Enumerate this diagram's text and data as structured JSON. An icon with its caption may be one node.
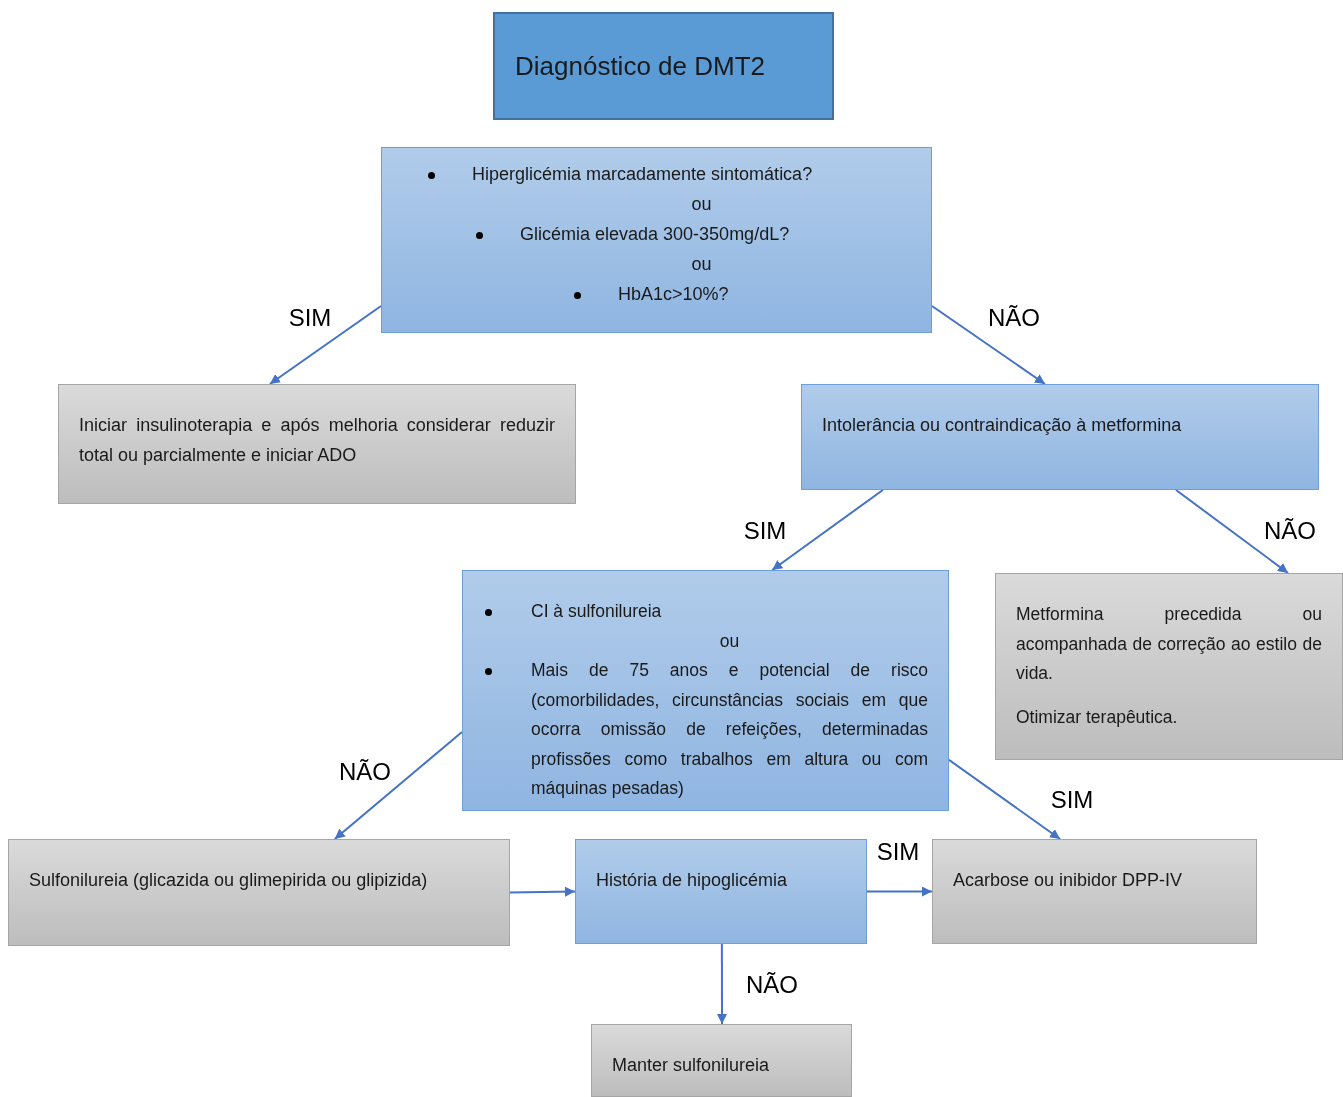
{
  "diagram": {
    "nodes": [
      {
        "text": [
          "Diagnóstico de DMT2"
        ]
      },
      {
        "text": [
          "Hiperglicémia marcadamente sintomática?",
          "ou",
          "Glicémia elevada 300-350mg/dL?",
          "ou",
          "HbA1c>10%?"
        ]
      },
      {
        "text": [
          "Iniciar insulinoterapia e após melhoria considerar reduzir total ou parcialmente e iniciar ADO"
        ]
      },
      {
        "text": [
          "Intolerância ou contraindicação à metformina"
        ]
      },
      {
        "text": [
          "CI à sulfonilureia",
          "ou",
          "Mais de 75 anos e potencial de risco (comorbilidades, circunstâncias sociais em que ocorra omissão de refeições, determinadas profissões como trabalhos em altura ou com máquinas pesadas)"
        ]
      },
      {
        "text": [
          "Metformina precedida ou acompanhada de correção ao estilo de vida.",
          "Otimizar terapêutica."
        ]
      },
      {
        "text": [
          "Sulfonilureia (glicazida ou glimepirida ou glipizida)"
        ]
      },
      {
        "text": [
          "História de hipoglicémia"
        ]
      },
      {
        "text": [
          "Acarbose ou inibidor DPP-IV"
        ]
      },
      {
        "text": [
          "Manter sulfonilureia"
        ]
      }
    ],
    "edges": [
      {
        "from": 1,
        "to": 2,
        "arrow": "to",
        "label": "SIM"
      },
      {
        "from": 1,
        "to": 3,
        "arrow": "to",
        "label": "NÃO"
      },
      {
        "from": 3,
        "to": 4,
        "arrow": "to",
        "label": "SIM"
      },
      {
        "from": 3,
        "to": 5,
        "arrow": "to",
        "label": "NÃO"
      },
      {
        "from": 4,
        "to": 6,
        "arrow": "to",
        "label": "NÃO"
      },
      {
        "from": 4,
        "to": 8,
        "arrow": "to",
        "label": "SIM"
      },
      {
        "from": 6,
        "to": 7,
        "arrow": "to"
      },
      {
        "from": 7,
        "to": 8,
        "arrow": "to",
        "label": "SIM"
      },
      {
        "from": 7,
        "to": 9,
        "arrow": "to",
        "label": "NÃO"
      }
    ]
  }
}
